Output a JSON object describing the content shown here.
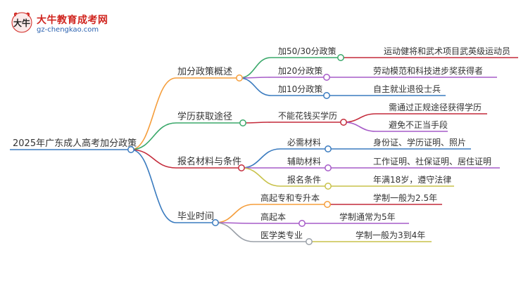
{
  "logo": {
    "title": "大牛教育成考网",
    "url": "gz-chengkao.com",
    "mark_text": "大牛"
  },
  "colors": {
    "root": "#3a7bbf",
    "branch1": "#f59d3a",
    "branch2": "#3aa86a",
    "branch3": "#c42a3a",
    "branch4": "#3a7bbf",
    "sub_purple": "#a65bc8",
    "sub_yellow": "#c8c24a",
    "sub_gray": "#9aa0a8"
  },
  "mindmap": {
    "root": "2025年广东成人高考加分政策",
    "branches": [
      {
        "label": "加分政策概述",
        "children": [
          {
            "label": "加50/30分政策",
            "children": [
              "运动健将和武术项目武英级运动员"
            ]
          },
          {
            "label": "加20分政策",
            "children": [
              "劳动模范和科技进步奖获得者"
            ]
          },
          {
            "label": "加10分政策",
            "children": [
              "自主就业退役士兵"
            ]
          }
        ]
      },
      {
        "label": "学历获取途径",
        "children": [
          {
            "label": "不能花钱买学历",
            "children": [
              "需通过正规途径获得学历",
              "避免不正当手段"
            ]
          }
        ]
      },
      {
        "label": "报名材料与条件",
        "children": [
          {
            "label": "必需材料",
            "children": [
              "身份证、学历证明、照片"
            ]
          },
          {
            "label": "辅助材料",
            "children": [
              "工作证明、社保证明、居住证明"
            ]
          },
          {
            "label": "报名条件",
            "children": [
              "年满18岁，遵守法律"
            ]
          }
        ]
      },
      {
        "label": "毕业时间",
        "children": [
          {
            "label": "高起专和专升本",
            "children": [
              "学制一般为2.5年"
            ]
          },
          {
            "label": "高起本",
            "children": [
              "学制通常为5年"
            ]
          },
          {
            "label": "医学类专业",
            "children": [
              "学制一般为3到4年"
            ]
          }
        ]
      }
    ]
  }
}
